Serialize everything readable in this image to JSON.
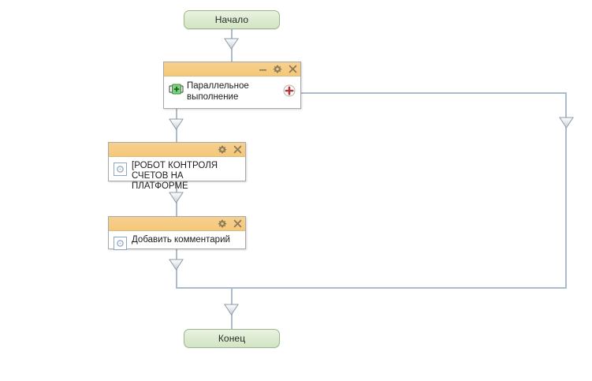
{
  "diagram": {
    "type": "workflow-flowchart",
    "title": "Параллельное выполнение",
    "colors": {
      "connector": "#adbccd",
      "card_header": "#f5c878",
      "card_border": "#a9a9a9",
      "terminator_fill": "#dcebcf",
      "terminator_border": "#9cb88a",
      "text": "#1c1c1c",
      "plus_accent": "#b03a3a",
      "parallel_glyph": "#4caf50",
      "task_glyph": "#6f8fb5"
    },
    "nodes": {
      "start": {
        "label": "Начало",
        "shape": "rounded-terminator"
      },
      "parallel": {
        "label": "Параллельное\nвыполнение",
        "icon": "parallel-split-icon",
        "header_buttons": [
          "minimize-icon",
          "gear-icon",
          "close-icon"
        ],
        "add_branch_label": "+"
      },
      "robot": {
        "label": "[РОБОТ КОНТРОЛЯ\nСЧЕТОВ НА ПЛАТФОРМЕ\nДИНЖИТЛ]",
        "icon": "task-icon",
        "header_buttons": [
          "gear-icon",
          "close-icon"
        ]
      },
      "comment": {
        "label": "Добавить комментарий",
        "icon": "task-icon",
        "header_buttons": [
          "gear-icon",
          "close-icon"
        ]
      },
      "end": {
        "label": "Конец",
        "shape": "rounded-terminator"
      }
    },
    "edges": [
      {
        "from": "start",
        "to": "parallel"
      },
      {
        "from": "parallel",
        "to": "robot"
      },
      {
        "from": "robot",
        "to": "comment"
      },
      {
        "from": "comment",
        "to": "merge"
      },
      {
        "from": "parallel",
        "to": "merge",
        "branch": "right"
      },
      {
        "from": "merge",
        "to": "end"
      }
    ]
  }
}
